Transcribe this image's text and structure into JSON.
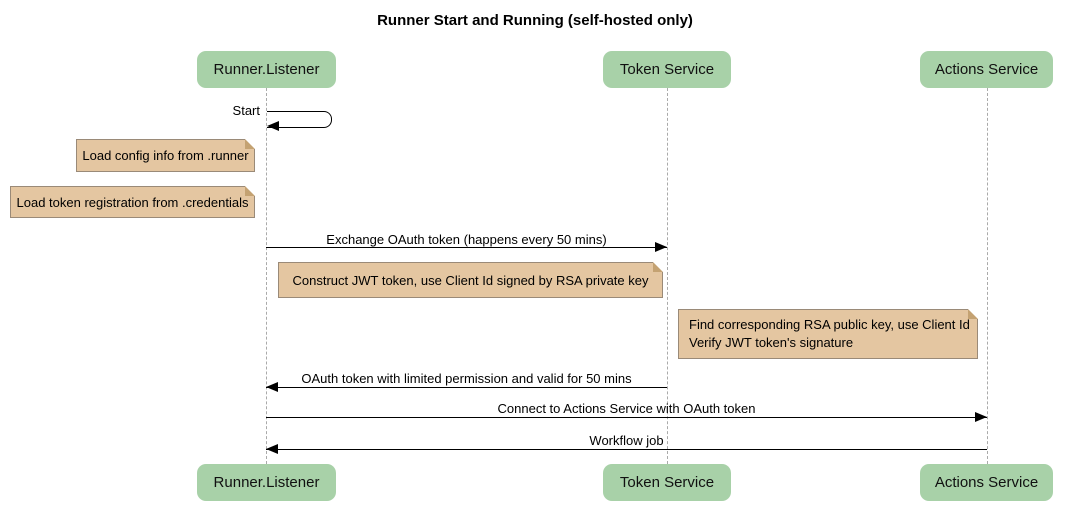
{
  "title": "Runner Start and Running (self-hosted only)",
  "participants": [
    {
      "name": "Runner.Listener"
    },
    {
      "name": "Token Service"
    },
    {
      "name": "Actions Service"
    }
  ],
  "messages": {
    "start": {
      "label": "Start",
      "from": "Runner.Listener",
      "to": "Runner.Listener",
      "type": "self"
    },
    "exchange": {
      "label": "Exchange OAuth token (happens every 50 mins)",
      "from": "Runner.Listener",
      "to": "Token Service"
    },
    "oauth_return": {
      "label": "OAuth token with limited permission and valid for 50 mins",
      "from": "Token Service",
      "to": "Runner.Listener"
    },
    "connect": {
      "label": "Connect to Actions Service with OAuth token",
      "from": "Runner.Listener",
      "to": "Actions Service"
    },
    "workflow": {
      "label": "Workflow job",
      "from": "Actions Service",
      "to": "Runner.Listener"
    }
  },
  "notes": {
    "config": {
      "text": "Load config info from .runner"
    },
    "credentials": {
      "text": "Load token registration from .credentials"
    },
    "jwt": {
      "text": "Construct JWT token, use Client Id signed by RSA private key"
    },
    "verify": {
      "line1": "Find corresponding RSA public key, use Client Id",
      "line2": "Verify JWT token's signature"
    }
  },
  "colors": {
    "participant_fill": "#A8D1A8",
    "note_fill": "#E4C6A1",
    "note_border": "#9A8A78",
    "lifeline": "#AAAAAA",
    "arrow": "#000000",
    "background": "#FFFFFF"
  }
}
